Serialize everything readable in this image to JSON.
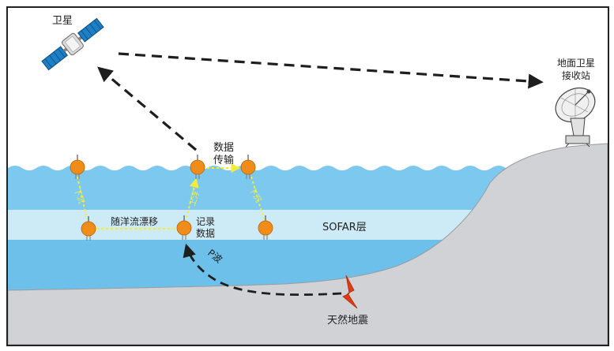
{
  "diagram": {
    "satellite_label": "卫星",
    "ground_station_label_line1": "地面卫星",
    "ground_station_label_line2": "接收站",
    "data_transmission_line1": "数据",
    "data_transmission_line2": "传输",
    "descend_label_left": "下沉",
    "ascend_label": "上浮",
    "descend_label_right": "下沉",
    "drift_label": "随洋流漂移",
    "record_data_line1": "记录",
    "record_data_line2": "数据",
    "sofar_label": "SOFAR层",
    "p_wave_label": "P波",
    "earthquake_label": "天然地震"
  },
  "colors": {
    "sky": "#ffffff",
    "ocean_upper": "#7cc8ee",
    "sofar_layer": "#cdeaf7",
    "ocean_lower": "#6cc0ea",
    "seabed": "#d0d2d6",
    "float_body": "#f08c1a",
    "yellow_path": "#f4ec3c",
    "quake": "#e03a18",
    "satellite_panel": "#1f7fc6",
    "dashed_arrow": "#1e1e1e"
  }
}
